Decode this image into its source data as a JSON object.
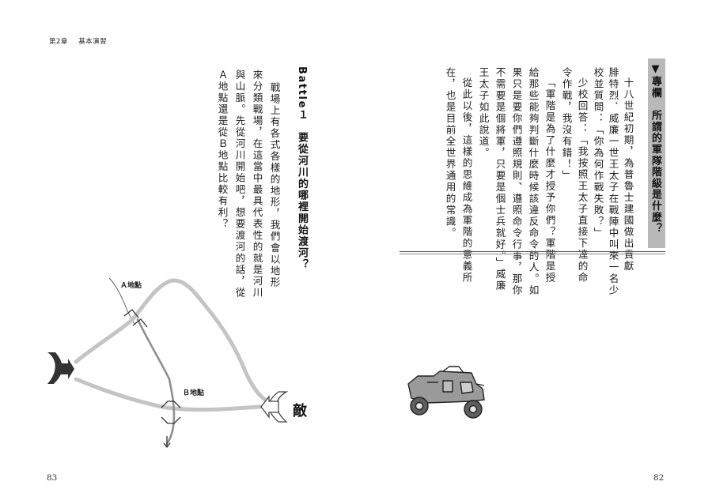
{
  "header": {
    "chapter": "第2章",
    "title": "基本演習"
  },
  "column": {
    "title": "▼專欄　所謂的軍隊階級是什麼？",
    "lines": [
      "十八世紀初期，為普魯士建國做出貢獻",
      "腓特烈．威廉一世王太子在戰陣中叫來一名少",
      "校並質問：「你為何作戰失敗？」",
      "少校回答：「我按照王太子直接下達的命",
      "令作戰，我沒有錯！」",
      "「軍階是為了什麼才授予你們？軍階是授",
      "給那些能夠判斷什麼時候該違反命令的人。如",
      "果只是要你們遵照規則、遵照命令行事，那你",
      "不需要是個將軍，只要是個士兵就好。」威廉",
      "王太子如此說道。",
      "從此以後，這樣的思維成為軍階的意義所",
      "在，也是目前全世界通用的常識。"
    ]
  },
  "battle": {
    "title": "Battle１　要從河川的哪裡開始渡河？",
    "lines": [
      "戰場上有各式各樣的地形，我們會以地形",
      "來分類戰場，在這當中最具代表性的就是河川",
      "與山脈。先從河川開始吧，想要渡河的話，從",
      "Ａ地點還是從Ｂ地點比較有利？"
    ]
  },
  "map": {
    "point_a": "Ａ地點",
    "point_b": "Ｂ地點",
    "enemy": "敵",
    "arrow_icon": "chevron-arrow-icon",
    "line_color": "#c4c4c4",
    "river_color": "#8f8f8f"
  },
  "illustration": {
    "icon": "jeep-icon"
  },
  "pages": {
    "left": "83",
    "right": "82"
  }
}
